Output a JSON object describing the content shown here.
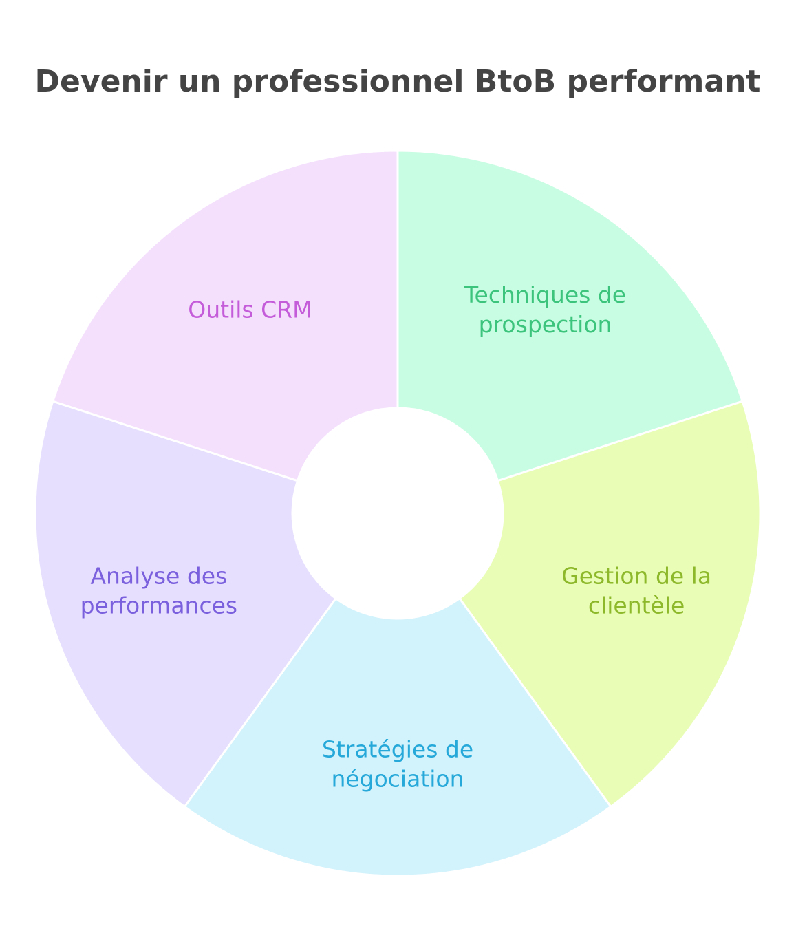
{
  "title": "Devenir un professionnel BtoB performant",
  "segments": [
    {
      "name": "Techniques de prospection",
      "lines": [
        "Techniques de",
        "prospection"
      ],
      "fill": "#c9fde3",
      "text_color": "#3cc47d"
    },
    {
      "name": "Gestion de la clientèle",
      "lines": [
        "Gestion de la",
        "clientèle"
      ],
      "fill": "#e9fdb6",
      "text_color": "#8db82a"
    },
    {
      "name": "Stratégies de négociation",
      "lines": [
        "Stratégies de",
        "négociation"
      ],
      "fill": "#d2f2fc",
      "text_color": "#26a9d9"
    },
    {
      "name": "Analyse des performances",
      "lines": [
        "Analyse des",
        "performances"
      ],
      "fill": "#e6dffd",
      "text_color": "#7b60de"
    },
    {
      "name": "Outils CRM",
      "lines": [
        "Outils CRM"
      ],
      "fill": "#f4dffd",
      "text_color": "#c45bd9"
    }
  ]
}
